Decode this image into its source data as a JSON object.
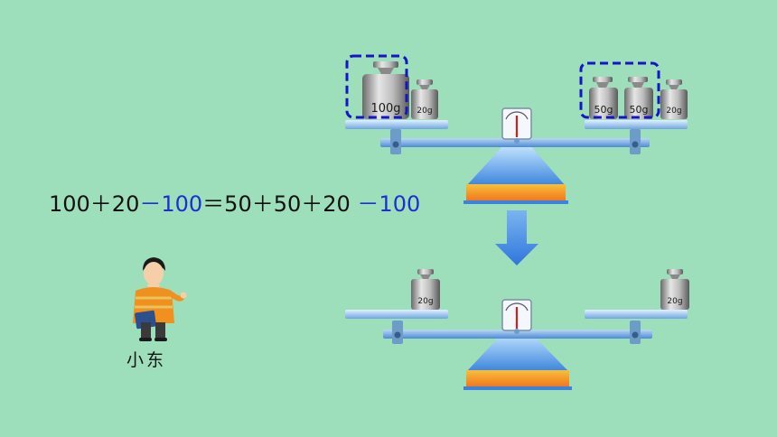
{
  "equation": {
    "part1": "100＋20",
    "part2": "－100",
    "part3": "＝50＋50＋20 ",
    "part4": "－100"
  },
  "top_scale": {
    "left_weights": [
      "100g",
      "20g"
    ],
    "right_weights": [
      "50g",
      "50g",
      "20g"
    ]
  },
  "bottom_scale": {
    "left_weights": [
      "20g"
    ],
    "right_weights": [
      "20g"
    ]
  },
  "character": {
    "name": "小东"
  },
  "colors": {
    "background": "#9ddfbb",
    "highlight_box": "#1515c8",
    "arrow": "#3f86e6",
    "equation_blue": "#1d2fd0"
  }
}
